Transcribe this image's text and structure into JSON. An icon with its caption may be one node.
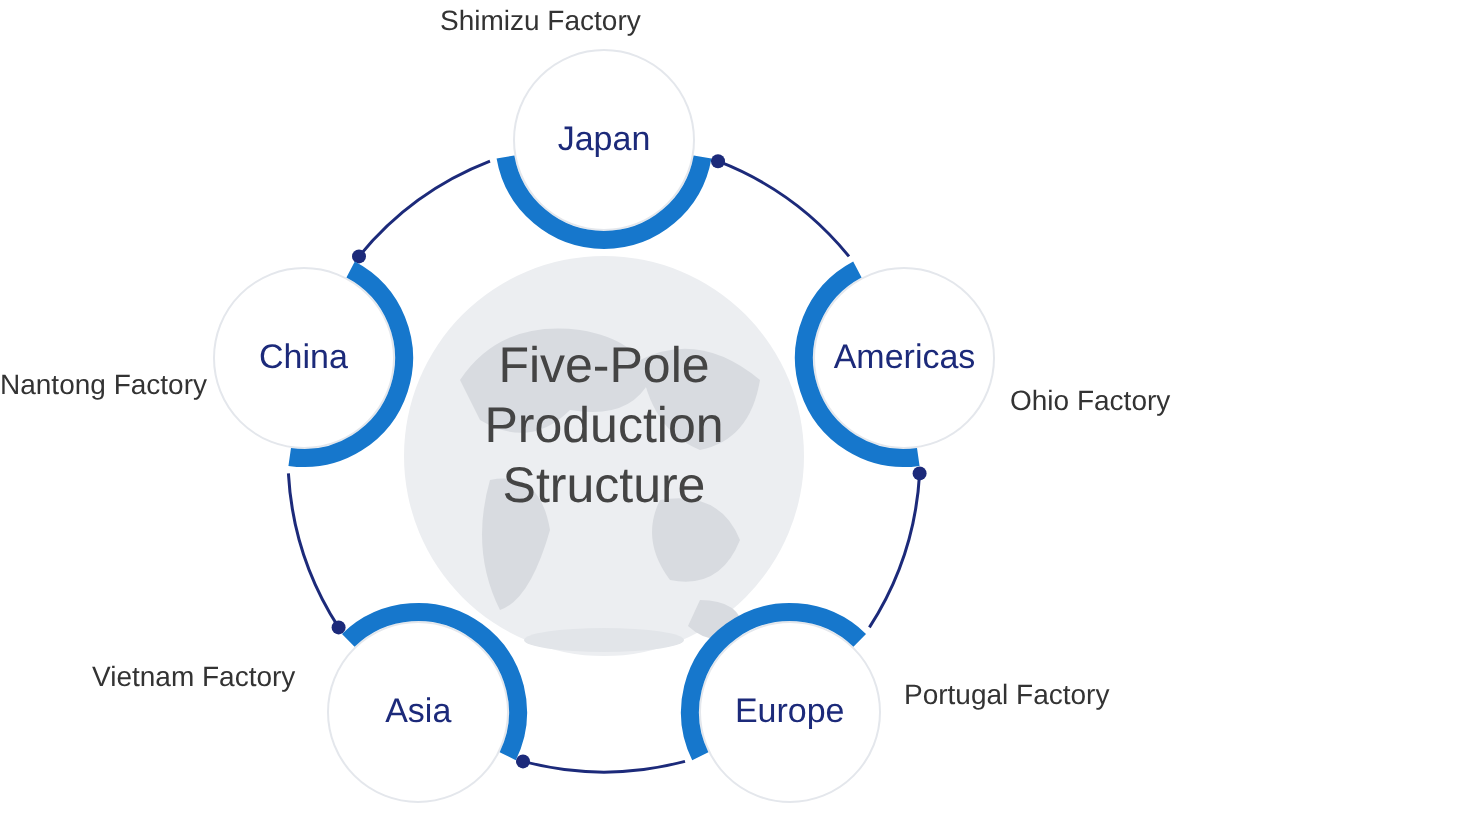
{
  "diagram": {
    "nodes": [
      {
        "text": [
          "Japan"
        ],
        "beside": [
          "Shimizu Factory"
        ]
      },
      {
        "text": [
          "China"
        ],
        "beside": [
          "Nantong Factory"
        ]
      },
      {
        "text": [
          "Americas"
        ],
        "beside": [
          "Ohio Factory"
        ]
      },
      {
        "text": [
          "Asia"
        ],
        "beside": [
          "Vietnam Factory"
        ]
      },
      {
        "text": [
          "Europe"
        ],
        "beside": [
          "Portugal Factory"
        ]
      }
    ],
    "edges": [
      {
        "from": 0,
        "to": 1,
        "arrow": "other"
      },
      {
        "from": 2,
        "to": 0,
        "arrow": "other"
      },
      {
        "from": 4,
        "to": 2,
        "arrow": "other"
      },
      {
        "from": 4,
        "to": 3,
        "arrow": "other"
      },
      {
        "from": 1,
        "to": 3,
        "arrow": "other"
      }
    ],
    "labels": [
      "Five-Pole Production Structure"
    ]
  }
}
